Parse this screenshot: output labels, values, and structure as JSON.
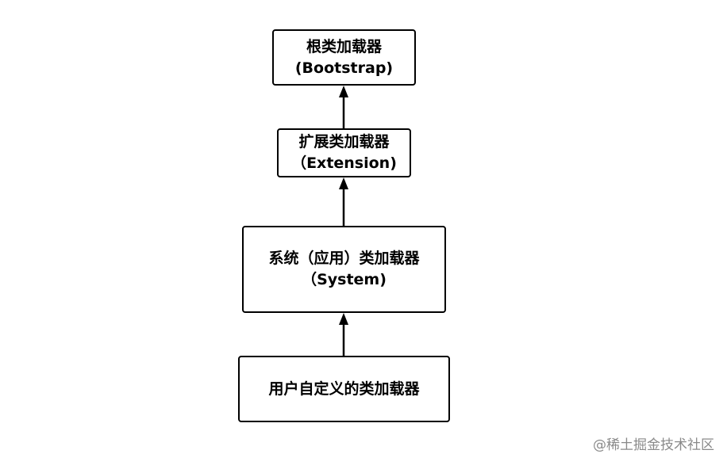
{
  "nodes": {
    "bootstrap": {
      "line1": "根类加载器",
      "line2": "(Bootstrap)"
    },
    "extension": {
      "line1": "扩展类加载器",
      "line2": "（Extension)"
    },
    "system": {
      "line1": "系统（应用）类加载器",
      "line2": "（System)"
    },
    "custom": {
      "line1": "用户自定义的类加载器"
    }
  },
  "edges": [
    {
      "from": "extension",
      "to": "bootstrap"
    },
    {
      "from": "system",
      "to": "extension"
    },
    {
      "from": "custom",
      "to": "system"
    }
  ],
  "watermark": "@稀土掘金技术社区",
  "colors": {
    "stroke": "#000000",
    "background": "#ffffff",
    "watermark": "#8a8a8a"
  }
}
